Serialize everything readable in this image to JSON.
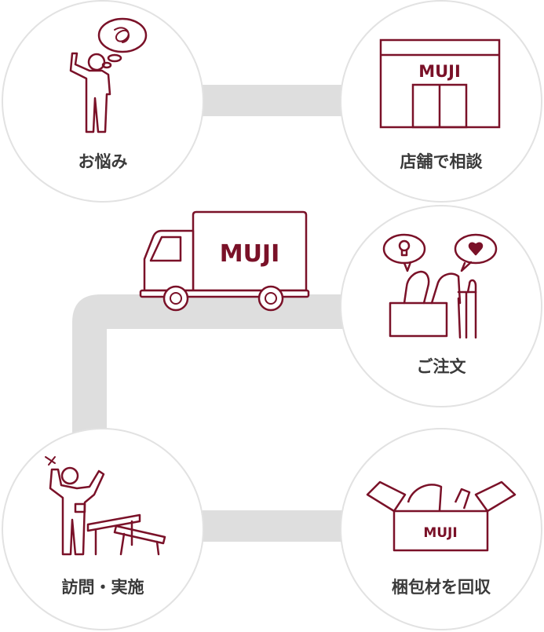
{
  "steps": [
    {
      "label": "お悩み",
      "icon": "worried-person-icon"
    },
    {
      "label": "店舗で相談",
      "icon": "muji-store-icon"
    },
    {
      "label": "ご注文",
      "icon": "consultation-icon"
    },
    {
      "label": "梱包材を回収",
      "icon": "packaging-box-icon"
    },
    {
      "label": "訪問・実施",
      "icon": "installation-worker-icon"
    }
  ],
  "brand": {
    "store_sign": "MUJI",
    "truck_sign": "MUJI",
    "box_sign": "MUJI"
  },
  "colors": {
    "accent": "#7a1128",
    "connector": "#dedede",
    "circle_border": "#e2e2e2",
    "text": "#3a3a3a"
  }
}
